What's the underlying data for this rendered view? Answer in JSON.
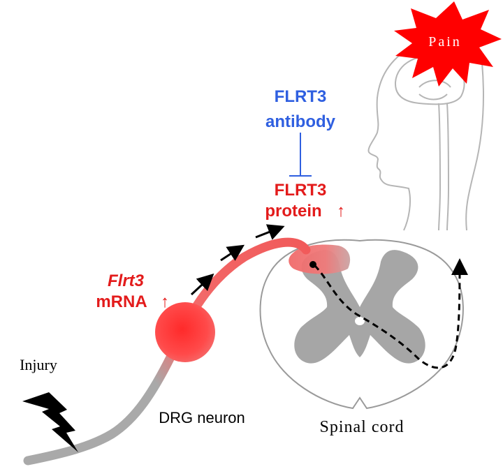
{
  "labels": {
    "pain": "Pain",
    "antibody_line1": "FLRT3",
    "antibody_line2": "antibody",
    "protein_line1": "FLRT3",
    "protein_line2": "protein",
    "protein_arrow": "↑",
    "mrna_line1": "Flrt3",
    "mrna_line2": "mRNA",
    "mrna_arrow": "↑",
    "injury": "Injury",
    "drg": "DRG neuron",
    "spinal_cord": "Spinal cord"
  },
  "colors": {
    "red": "#e31b1b",
    "blue": "#2f5fe0",
    "grey": "#a6a6a6",
    "outline": "#9a9a9a",
    "black": "#000000"
  }
}
